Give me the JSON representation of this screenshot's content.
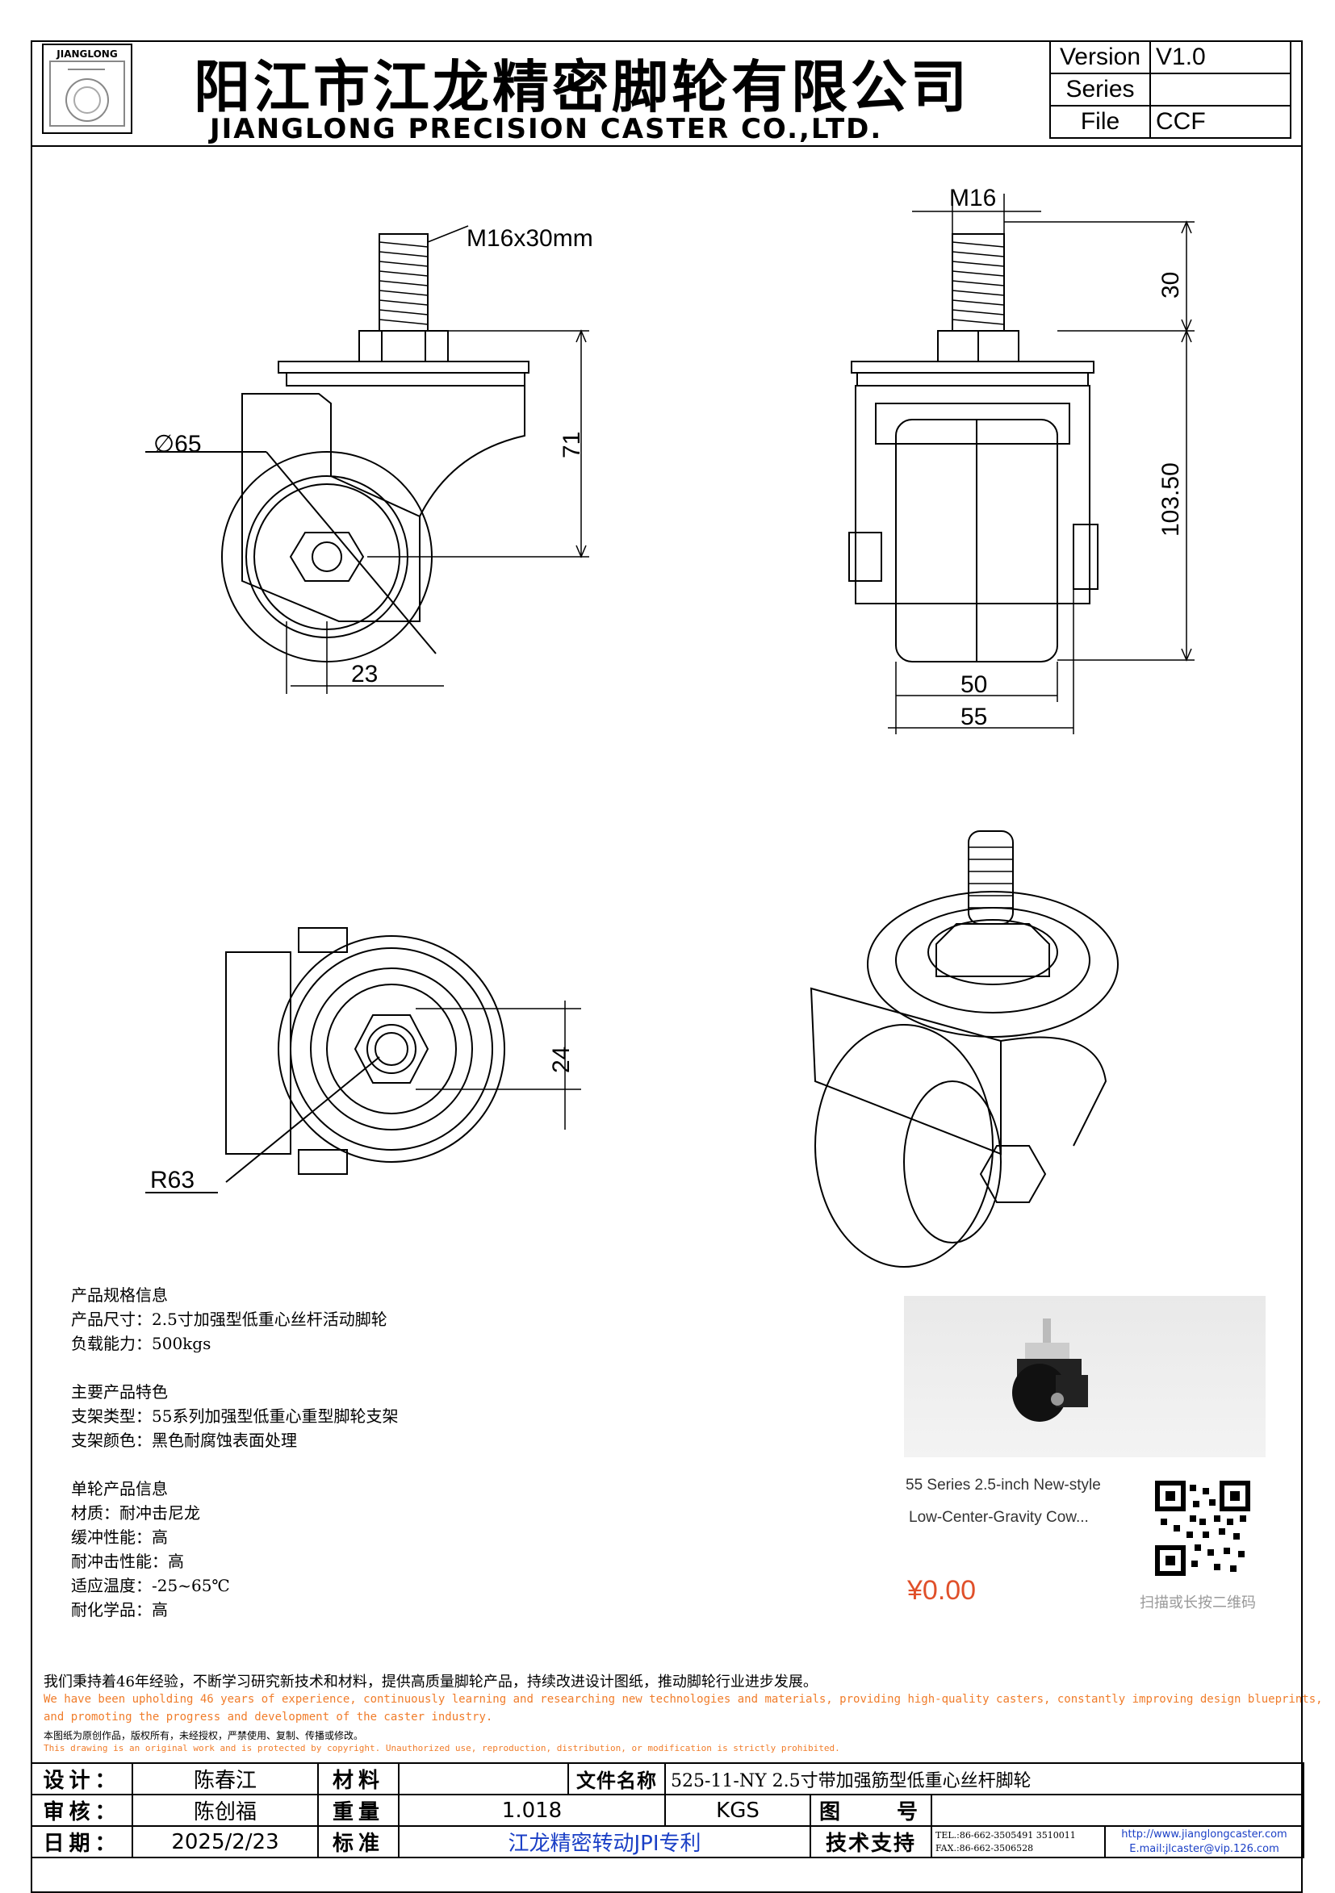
{
  "header": {
    "logo_text": "JIANGLONG",
    "company_cn": "阳江市江龙精密脚轮有限公司",
    "company_en": "JIANGLONG PRECISION CASTER CO.,LTD.",
    "meta": [
      {
        "label": "Version",
        "value": "V1.0"
      },
      {
        "label": "Series",
        "value": ""
      },
      {
        "label": "File",
        "value": "CCF"
      }
    ]
  },
  "dimensions": {
    "side_thread": "M16x30mm",
    "side_diameter": "∅65",
    "side_height": "71",
    "side_offset": "23",
    "front_thread": "M16",
    "front_thread_len": "30",
    "front_height": "103.50",
    "front_width_inner": "50",
    "front_width_outer": "55",
    "top_dim": "24",
    "top_radius": "R63"
  },
  "spec": {
    "lines": [
      "产品规格信息",
      "产品尺寸：2.5寸加强型低重心丝杆活动脚轮",
      "负载能力：500kgs",
      "",
      "主要产品特色",
      "支架类型：55系列加强型低重心重型脚轮支架",
      "支架颜色：黑色耐腐蚀表面处理",
      "",
      "单轮产品信息",
      "材质：耐冲击尼龙",
      "缓冲性能：高",
      "耐冲击性能：高",
      "适应温度：-25~65℃",
      "耐化学品：高"
    ]
  },
  "card": {
    "title_line1": "55 Series 2.5-inch New-style",
    "title_line2": "Low-Center-Gravity Cow...",
    "price": "¥0.00",
    "scan_hint": "扫描或长按二维码"
  },
  "footer_text": {
    "slogan_cn": "我们秉持着46年经验，不断学习研究新技术和材料，提供高质量脚轮产品，持续改进设计图纸，推动脚轮行业进步发展。",
    "slogan_en1": "We have been upholding 46 years of experience, continuously learning and researching new technologies and materials, providing high-quality casters, constantly improving design blueprints,",
    "slogan_en2": "and promoting the progress and development of the caster industry.",
    "note_cn": "本图纸为原创作品，版权所有，未经授权，严禁使用、复制、传播或修改。",
    "note_en": "This drawing is an original work and is protected by copyright. Unauthorized use, reproduction, distribution, or modification is strictly prohibited."
  },
  "title_block": {
    "design_label": "设计：",
    "design_value": "陈春江",
    "material_label": "材料",
    "material_value": "",
    "filename_label": "文件名称",
    "filename_value": "525-11-NY 2.5寸带加强筋型低重心丝杆脚轮",
    "review_label": "审核：",
    "review_value": "陈创福",
    "weight_label": "重量",
    "weight_value": "1.018",
    "weight_unit": "KGS",
    "drawing_no_label": "图　　号",
    "drawing_no_value": "",
    "date_label": "日期：",
    "date_value": "2025/2/23",
    "standard_label": "标准",
    "standard_value": "江龙精密转动JPI专利",
    "support_label": "技术支持",
    "tel": "TEL.:86-662-3505491 3510011",
    "fax": "FAX.:86-662-3506528",
    "website": "http://www.jianglongcaster.com",
    "email": "E.mail:jlcaster@vip.126.com"
  }
}
